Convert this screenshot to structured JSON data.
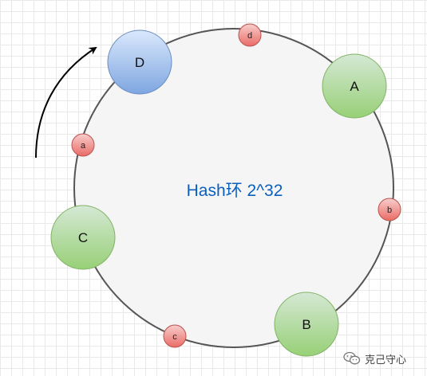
{
  "diagram": {
    "ring_label": "Hash环 2^32",
    "nodes": [
      {
        "id": "A",
        "label": "A",
        "color": "green"
      },
      {
        "id": "B",
        "label": "B",
        "color": "green"
      },
      {
        "id": "C",
        "label": "C",
        "color": "green"
      },
      {
        "id": "D",
        "label": "D",
        "color": "blue"
      }
    ],
    "keys": [
      {
        "id": "a",
        "label": "a"
      },
      {
        "id": "b",
        "label": "b"
      },
      {
        "id": "c",
        "label": "c"
      },
      {
        "id": "d",
        "label": "d"
      }
    ],
    "colors": {
      "ring_fill": "#f5f5f5",
      "ring_stroke": "#555555",
      "green_node": "#97d077",
      "blue_node": "#7ea6e0",
      "red_key": "#ea6b66",
      "ring_text": "#0b5fbd"
    },
    "arrow": "clockwise-rotation-arrow"
  },
  "watermark": {
    "icon": "wechat-icon",
    "text": "克己守心"
  }
}
